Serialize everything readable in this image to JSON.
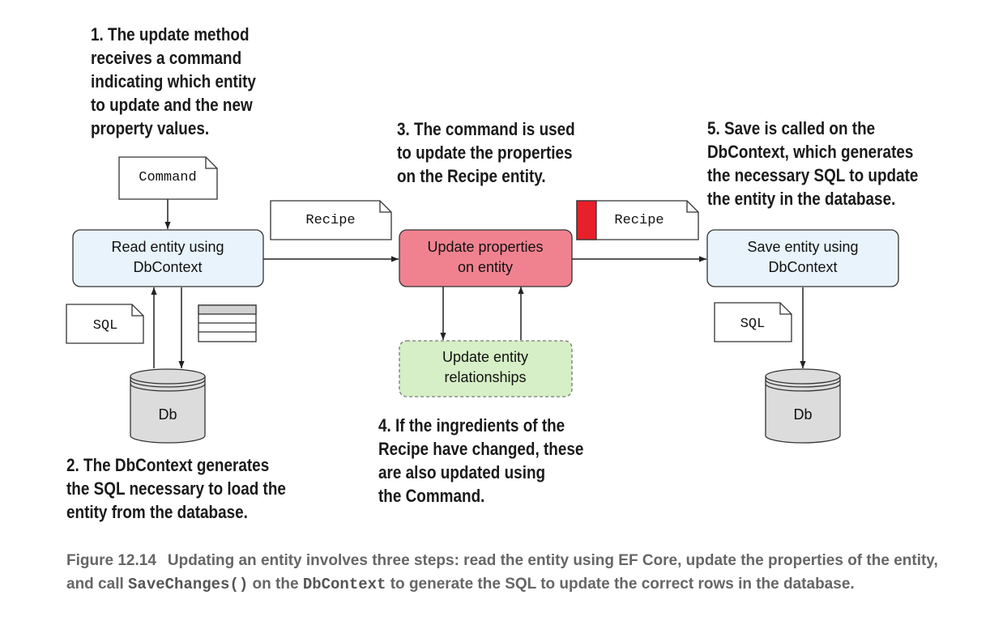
{
  "notes": {
    "step1": [
      "1. The update method",
      "receives a command",
      "indicating which entity",
      "to update and the new",
      "property values."
    ],
    "step2": [
      "2. The DbContext generates",
      "the SQL necessary to load the",
      "entity from the database."
    ],
    "step3": [
      "3. The command is used",
      "to update the properties",
      "on the Recipe entity."
    ],
    "step4": [
      "4. If the ingredients of the",
      "Recipe have changed, these",
      "are also updated using",
      "the Command."
    ],
    "step5": [
      "5. Save is called on the",
      "DbContext, which generates",
      "the necessary SQL to update",
      "the entity in the database."
    ]
  },
  "boxes": {
    "read": [
      "Read entity using",
      "DbContext"
    ],
    "update": [
      "Update properties",
      "on entity"
    ],
    "relationships": [
      "Update entity",
      "relationships"
    ],
    "save": [
      "Save entity using",
      "DbContext"
    ]
  },
  "documents": {
    "command": "Command",
    "recipe_in": "Recipe",
    "recipe_out": "Recipe",
    "sql_left": "SQL",
    "sql_right": "SQL"
  },
  "databases": {
    "left": "Db",
    "right": "Db"
  },
  "caption": {
    "figure": "Figure 12.14",
    "part1": "Updating an entity involves three steps: read the entity using EF Core, update the properties of the entity, and call ",
    "code1": "SaveChanges()",
    "part2": " on the ",
    "code2": "DbContext",
    "part3": " to generate the SQL to update the correct rows in the database."
  },
  "colors": {
    "read_box": "#e8f3fb",
    "update_box": "#f08290",
    "relationships_box": "#d6efc6",
    "save_box": "#e8f3fb",
    "recipe_marker": "#e8202a",
    "db_fill": "#dcdcdc",
    "caption_text": "#666666"
  }
}
